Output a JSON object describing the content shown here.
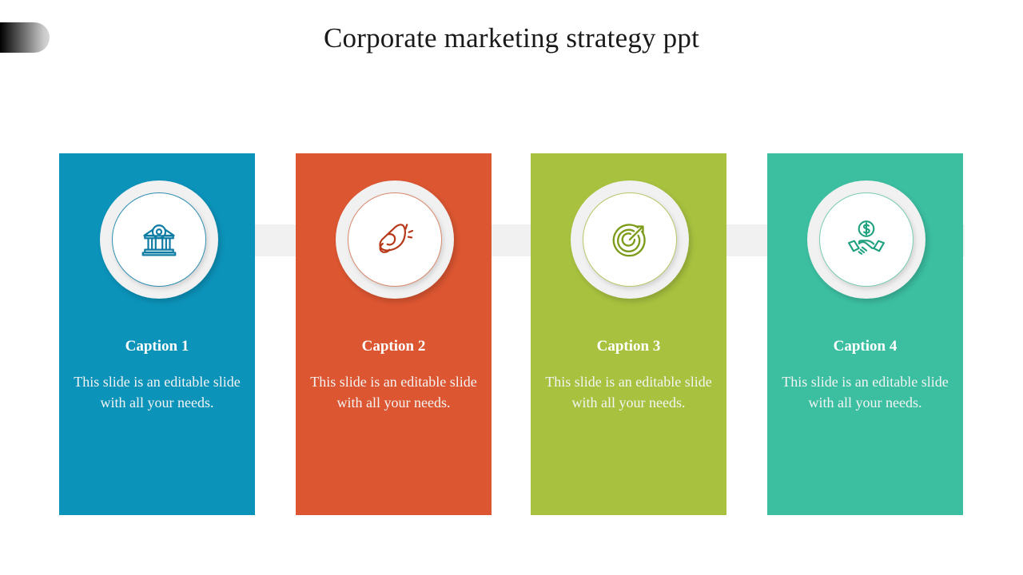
{
  "slide": {
    "title": "Corporate marketing strategy ppt",
    "background_color": "#ffffff",
    "corner_tab": {
      "name": "gradient-tab",
      "from_color": "#000000",
      "to_color": "#d6d6d6"
    },
    "connector_band_color": "#f1f1f1"
  },
  "steps": [
    {
      "index": "1",
      "caption_title": "Caption 1",
      "caption_body": "This slide is an editable slide with all your needs.",
      "color": "#0c93ba",
      "icon": "bank-building-icon"
    },
    {
      "index": "2",
      "caption_title": "Caption 2",
      "caption_body": "This slide is an editable slide with all your needs.",
      "color": "#dc5631",
      "icon": "megaphone-icon"
    },
    {
      "index": "3",
      "caption_title": "Caption 3",
      "caption_body": "This slide is an editable slide with all your needs.",
      "color": "#a8c23f",
      "icon": "target-arrow-icon"
    },
    {
      "index": "4",
      "caption_title": "Caption 4",
      "caption_body": "This slide is an editable slide with all your needs.",
      "color": "#3cbfa1",
      "icon": "handshake-dollar-icon"
    }
  ]
}
